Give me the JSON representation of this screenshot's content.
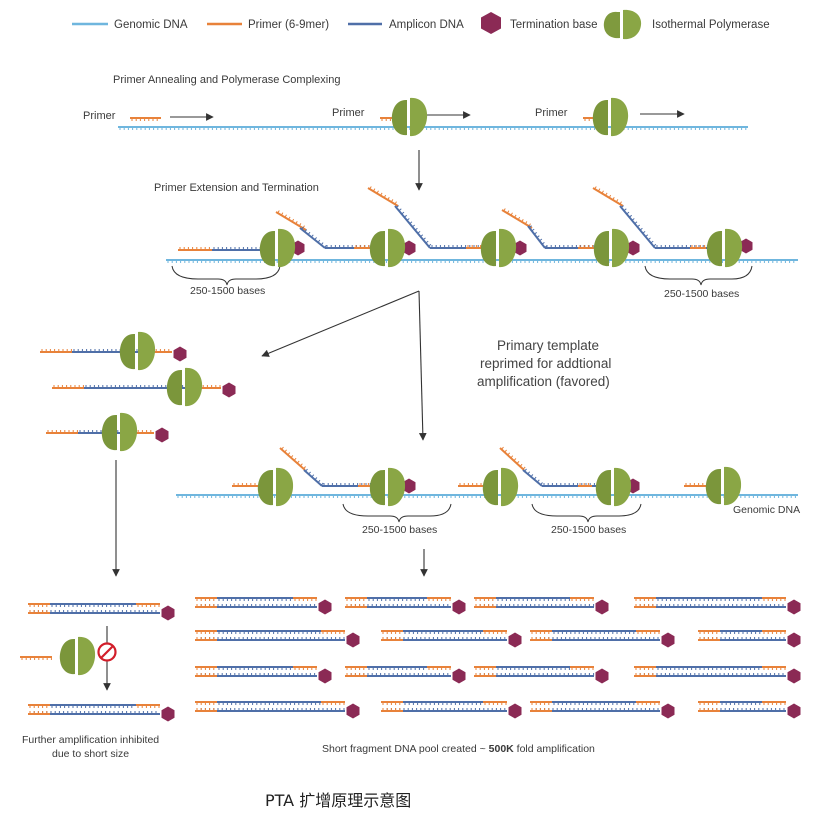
{
  "legend": {
    "genomic_dna": "Genomic DNA",
    "primer": "Primer (6-9mer)",
    "amplicon_dna": "Amplicon DNA",
    "termination_base": "Termination base",
    "polymerase": "Isothermal Polymerase"
  },
  "steps": {
    "annealing_title": "Primer Annealing and Polymerase Complexing",
    "primer_label": "Primer",
    "extension_title": "Primer Extension and Termination",
    "bases_label": "250-1500 bases",
    "reprime_line1": "Primary template",
    "reprime_line2": "reprimed for addtional",
    "reprime_line3": "amplification (favored)",
    "genomic_dna_label": "Genomic DNA",
    "inhibited_line1": "Further amplification inhibited",
    "inhibited_line2": "due to short size",
    "pool_prefix": "Short fragment DNA pool created ~ ",
    "pool_bold": "500K",
    "pool_suffix": " fold amplification"
  },
  "caption": "PTA 扩增原理示意图",
  "colors": {
    "genomic": "#6fb6de",
    "primer": "#e8823a",
    "amplicon": "#4f6fa8",
    "termination": "#8b2a55",
    "polymerase": "#7f9a3e",
    "arrow": "#333333"
  }
}
